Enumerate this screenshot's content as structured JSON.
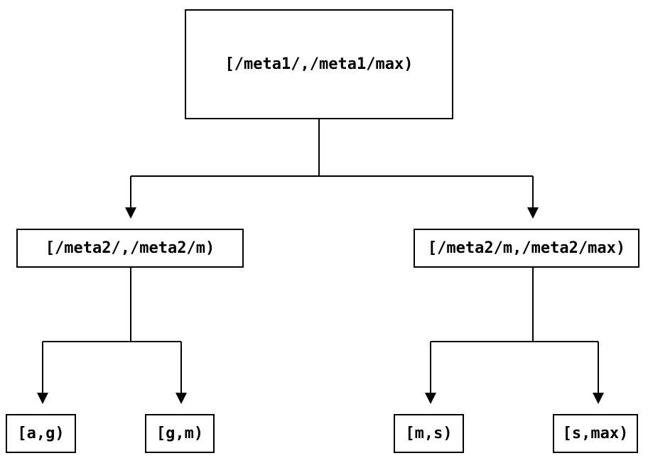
{
  "diagram": {
    "type": "tree",
    "description": "Binary partition tree of key ranges",
    "nodes": {
      "root": {
        "label": "[/meta1/,/meta1/max)"
      },
      "left": {
        "label": "[/meta2/,/meta2/m)"
      },
      "right": {
        "label": "[/meta2/m,/meta2/max)"
      },
      "leaf_ag": {
        "label": "[a,g)"
      },
      "leaf_gm": {
        "label": "[g,m)"
      },
      "leaf_ms": {
        "label": "[m,s)"
      },
      "leaf_smax": {
        "label": "[s,max)"
      }
    },
    "edges": [
      {
        "from": "root",
        "to": "left"
      },
      {
        "from": "root",
        "to": "right"
      },
      {
        "from": "left",
        "to": "leaf_ag"
      },
      {
        "from": "left",
        "to": "leaf_gm"
      },
      {
        "from": "right",
        "to": "leaf_ms"
      },
      {
        "from": "right",
        "to": "leaf_smax"
      }
    ],
    "colors": {
      "line": "#000000",
      "box_border": "#000000",
      "text": "#000000",
      "background": "#ffffff"
    }
  }
}
